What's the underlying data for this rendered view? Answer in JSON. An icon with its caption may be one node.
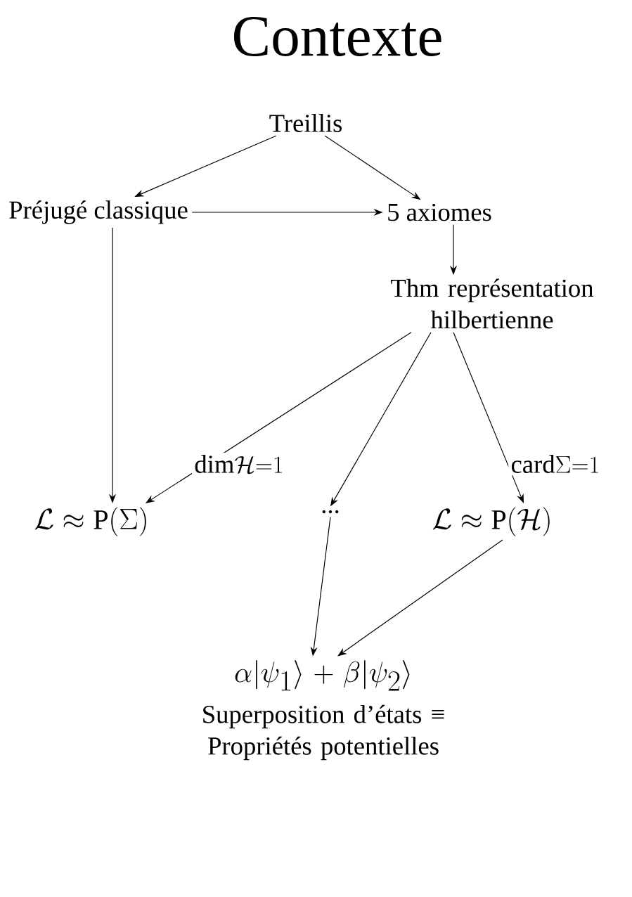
{
  "diagram": {
    "title": "Contexte",
    "nodes": [
      {
        "text": [
          "Treillis"
        ]
      },
      {
        "text": [
          "Préjugé classique"
        ]
      },
      {
        "text": [
          "5 axiomes"
        ]
      },
      {
        "text": [
          "Thm représentation hilbertienne"
        ]
      },
      {
        "text": [
          "\\mathcal{L} \\approx \\mathrm{P}(\\Sigma)"
        ]
      },
      {
        "text": [
          "..."
        ]
      },
      {
        "text": [
          "\\mathcal{L} \\approx \\mathrm{P}(\\mathcal{H})"
        ]
      },
      {
        "text": [
          "\\alpha|\\psi_1\\rangle + \\beta|\\psi_2\\rangle",
          "Superposition d’états ≡ Propriétés potentielles"
        ]
      }
    ],
    "edges": [
      {
        "from": 0,
        "to": 1,
        "arrow": "to"
      },
      {
        "from": 0,
        "to": 2,
        "arrow": "to"
      },
      {
        "from": 1,
        "to": 2,
        "arrow": "to"
      },
      {
        "from": 1,
        "to": 4,
        "arrow": "to"
      },
      {
        "from": 2,
        "to": 3,
        "arrow": "to"
      },
      {
        "from": 3,
        "to": 4,
        "arrow": "to",
        "label": "\\mathrm{dim}\\mathcal{H}{=}1"
      },
      {
        "from": 3,
        "to": 5,
        "arrow": "to"
      },
      {
        "from": 3,
        "to": 6,
        "arrow": "to",
        "label": "\\mathrm{card}\\Sigma{=}1"
      },
      {
        "from": 5,
        "to": 7,
        "arrow": "to"
      },
      {
        "from": 6,
        "to": 7,
        "arrow": "to"
      }
    ]
  }
}
